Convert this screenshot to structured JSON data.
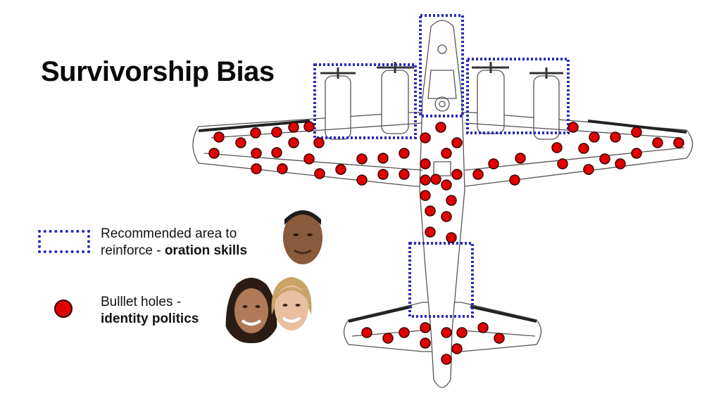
{
  "title": "Survivorship Bias",
  "legend": {
    "reinforce": {
      "line1": "Recommended area to",
      "line2_plain": "reinforce - ",
      "line2_bold": "oration skills"
    },
    "bullets": {
      "line1": "Bulllet holes -",
      "line2_bold": "identity politics"
    }
  },
  "colors": {
    "box_border": "#2a2ab8",
    "bullet_fill": "#e00000",
    "bullet_stroke": "#3a0000",
    "plane_stroke": "#555555"
  }
}
